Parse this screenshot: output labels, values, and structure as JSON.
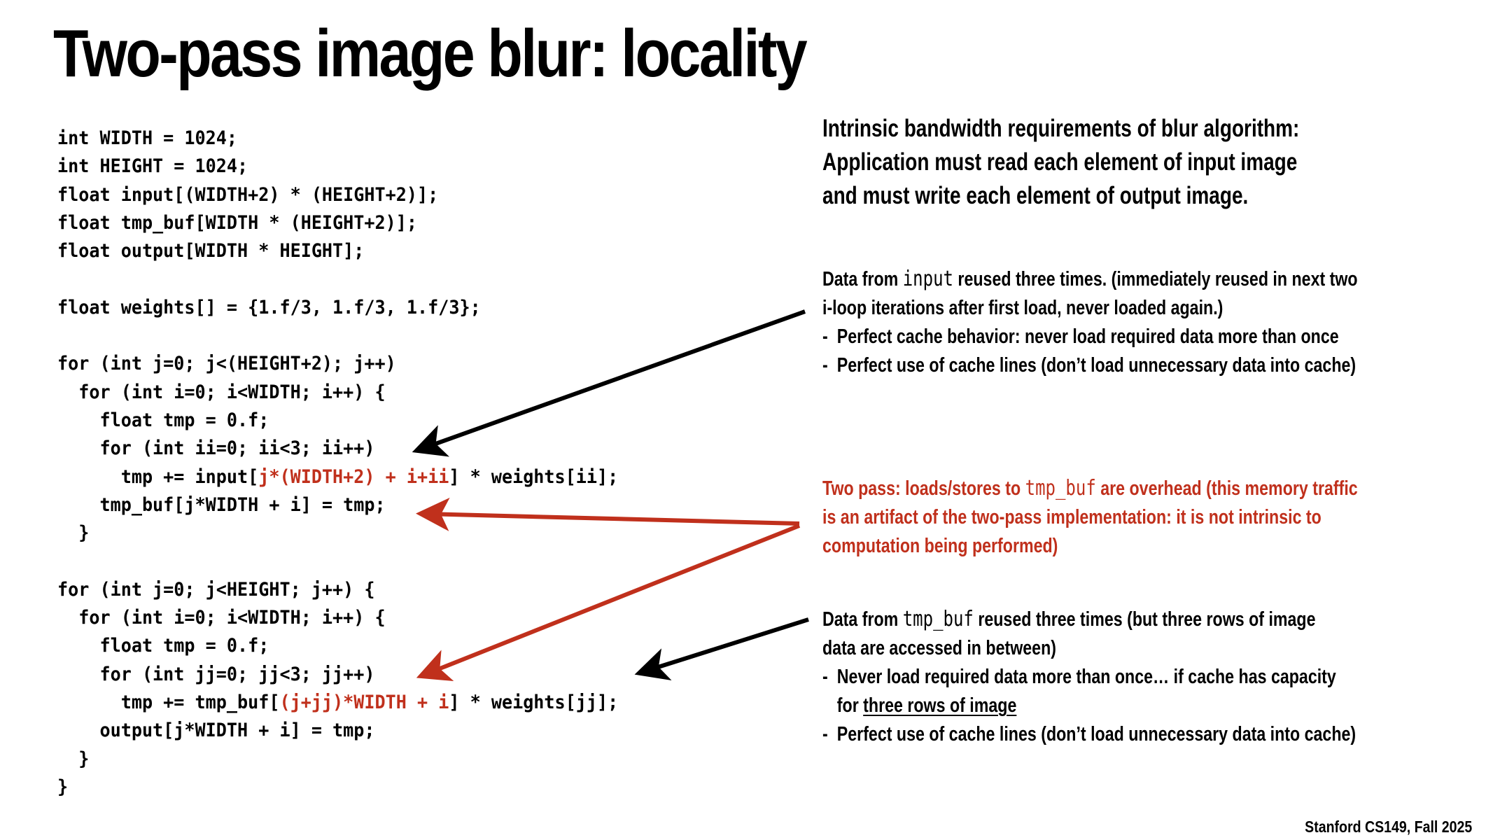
{
  "slide": {
    "title": "Two-pass image blur: locality",
    "footer": "Stanford CS149, Fall 2025"
  },
  "code": {
    "lines": [
      {
        "pre": "int WIDTH = 1024;",
        "hl": "",
        "post": ""
      },
      {
        "pre": "int HEIGHT = 1024;",
        "hl": "",
        "post": ""
      },
      {
        "pre": "float input[(WIDTH+2) * (HEIGHT+2)];",
        "hl": "",
        "post": ""
      },
      {
        "pre": "float tmp_buf[WIDTH * (HEIGHT+2)];",
        "hl": "",
        "post": ""
      },
      {
        "pre": "float output[WIDTH * HEIGHT];",
        "hl": "",
        "post": ""
      },
      {
        "pre": "",
        "hl": "",
        "post": ""
      },
      {
        "pre": "float weights[] = {1.f/3, 1.f/3, 1.f/3};",
        "hl": "",
        "post": ""
      },
      {
        "pre": "",
        "hl": "",
        "post": ""
      },
      {
        "pre": "for (int j=0; j<(HEIGHT+2); j++)",
        "hl": "",
        "post": ""
      },
      {
        "pre": "  for (int i=0; i<WIDTH; i++) {",
        "hl": "",
        "post": ""
      },
      {
        "pre": "    float tmp = 0.f;",
        "hl": "",
        "post": ""
      },
      {
        "pre": "    for (int ii=0; ii<3; ii++)",
        "hl": "",
        "post": ""
      },
      {
        "pre": "      tmp += input[",
        "hl": "j*(WIDTH+2) + i+ii",
        "post": "] * weights[ii];"
      },
      {
        "pre": "    tmp_buf[j*WIDTH + i] = tmp;",
        "hl": "",
        "post": ""
      },
      {
        "pre": "  }",
        "hl": "",
        "post": ""
      },
      {
        "pre": "",
        "hl": "",
        "post": ""
      },
      {
        "pre": "for (int j=0; j<HEIGHT; j++) {",
        "hl": "",
        "post": ""
      },
      {
        "pre": "  for (int i=0; i<WIDTH; i++) {",
        "hl": "",
        "post": ""
      },
      {
        "pre": "    float tmp = 0.f;",
        "hl": "",
        "post": ""
      },
      {
        "pre": "    for (int jj=0; jj<3; jj++)",
        "hl": "",
        "post": ""
      },
      {
        "pre": "      tmp += tmp_buf[",
        "hl": "(j+jj)*WIDTH + i",
        "post": "] * weights[jj];"
      },
      {
        "pre": "    output[j*WIDTH + i] = tmp;",
        "hl": "",
        "post": ""
      },
      {
        "pre": "  }",
        "hl": "",
        "post": ""
      },
      {
        "pre": "}",
        "hl": "",
        "post": ""
      }
    ]
  },
  "notes": {
    "intro": [
      "Intrinsic bandwidth requirements of blur algorithm:",
      "Application must read each element of input image",
      "and must write each element of output image."
    ],
    "input_reuse": {
      "line1_a": "Data from ",
      "line1_code": "input",
      "line1_b": " reused three times.  (immediately reused in next two",
      "line2": "i-loop iterations after first load, never loaded again.)",
      "bullet_dash": "-",
      "bullets": [
        "Perfect cache behavior: never load required data more than once",
        "Perfect use of cache lines (don’t load unnecessary data into cache)"
      ]
    },
    "two_pass": {
      "line1_a": "Two pass: loads/stores to ",
      "line1_code": "tmp_buf",
      "line1_b": " are overhead (this memory traffic",
      "line2": "is an artifact of the two-pass implementation: it is not intrinsic to",
      "line3": "computation being performed)"
    },
    "tmp_reuse": {
      "line1_a": "Data from ",
      "line1_code": "tmp_buf",
      "line1_b": " reused three times (but three rows of image",
      "line2": "data are accessed in between)",
      "bullet_dash": "-",
      "bullet1": "Never load required data more than once… if cache has capacity",
      "bullet1_cont_a": "for ",
      "bullet1_cont_ul": "three rows of image",
      "bullet2": "Perfect use of cache lines (don’t load unnecessary data into cache)"
    }
  },
  "colors": {
    "text": "#000000",
    "highlight_red": "#c0301c",
    "background": "#ffffff"
  }
}
